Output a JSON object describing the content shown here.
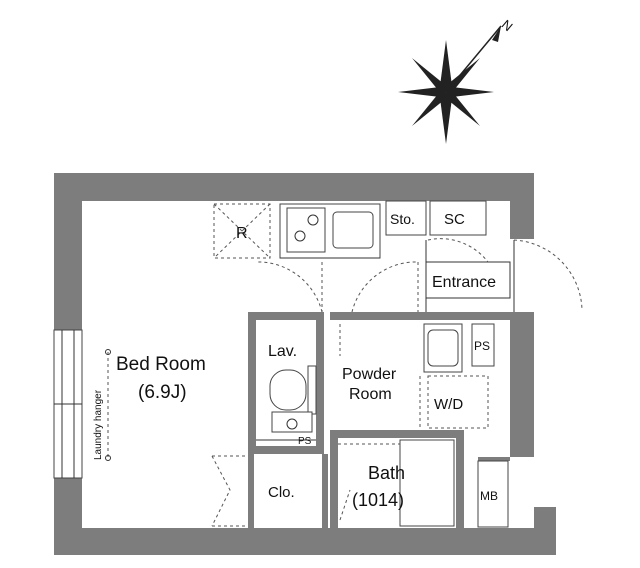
{
  "compass": {
    "north_label": "N",
    "icon": "compass-rose-icon"
  },
  "rooms": {
    "bed_room": {
      "name": "Bed Room",
      "size": "(6.9J)"
    },
    "laundry_hanger": "Laundry hanger",
    "refrigerator": "R",
    "storage": "Sto.",
    "shoe_cabinet": "SC",
    "entrance": "Entrance",
    "lavatory": "Lav.",
    "powder_room": {
      "line1": "Powder",
      "line2": "Room"
    },
    "pipe_space_1": "PS",
    "pipe_space_2": "PS",
    "washer_dryer": "W/D",
    "bath": {
      "name": "Bath",
      "size": "(1014)"
    },
    "closet": "Clo.",
    "meter_box": "MB"
  },
  "colors": {
    "wall": "#7d7d7d",
    "line": "#333333",
    "background": "#ffffff"
  }
}
